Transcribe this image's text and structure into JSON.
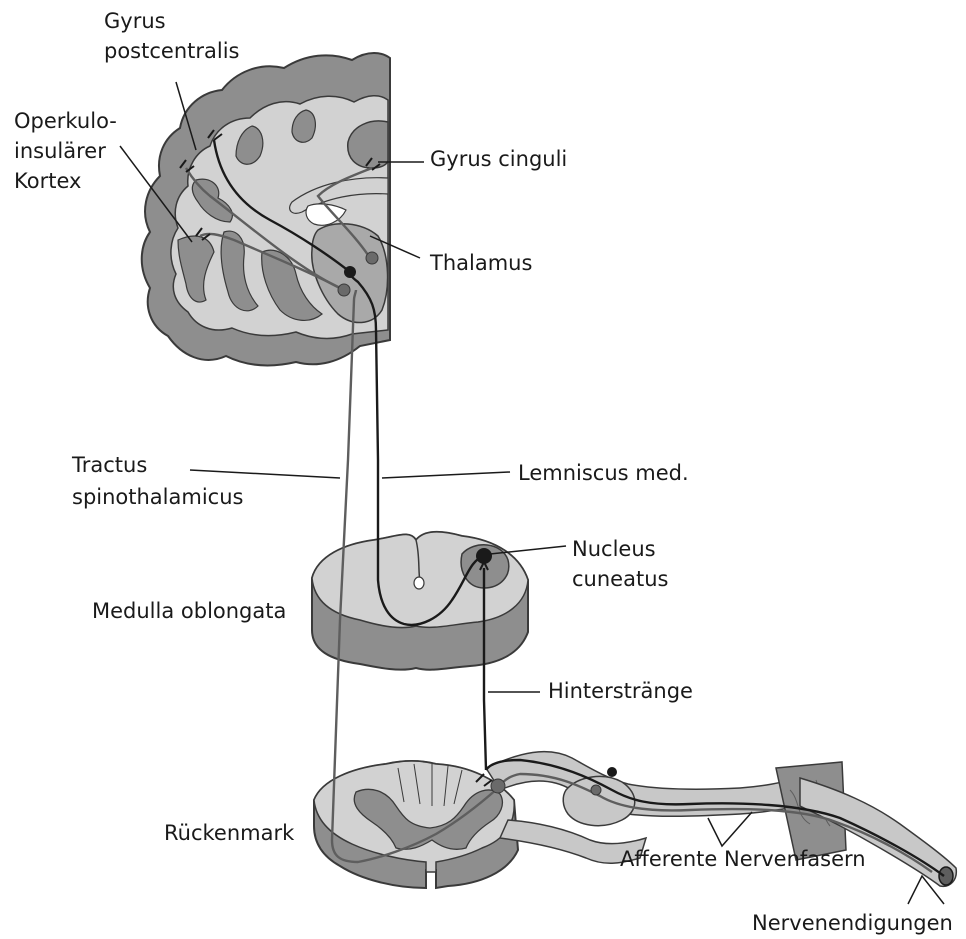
{
  "labels": {
    "gyrus_postcentralis_1": "Gyrus",
    "gyrus_postcentralis_2": "postcentralis",
    "operkulo_1": "Operkulo-",
    "operkulo_2": "insulärer",
    "operkulo_3": "Kortex",
    "gyrus_cinguli": "Gyrus cinguli",
    "thalamus": "Thalamus",
    "tractus_1": "Tractus",
    "tractus_2": "spinothalamicus",
    "lemniscus": "Lemniscus med.",
    "nucleus_1": "Nucleus",
    "nucleus_2": "cuneatus",
    "medulla": "Medulla oblongata",
    "hinterstraenge": "Hinterstränge",
    "rueckenmark": "Rückenmark",
    "afferente": "Afferente Nervenfasern",
    "nervenendigungen": "Nervenendigungen"
  },
  "colors": {
    "dark_fill": "#8e8e8e",
    "mid_fill": "#a9a9a9",
    "light_fill": "#d2d2d2",
    "outline": "#3a3a3a",
    "dark_pathway": "#1a1a1a",
    "grey_pathway": "#5e5e5e"
  }
}
